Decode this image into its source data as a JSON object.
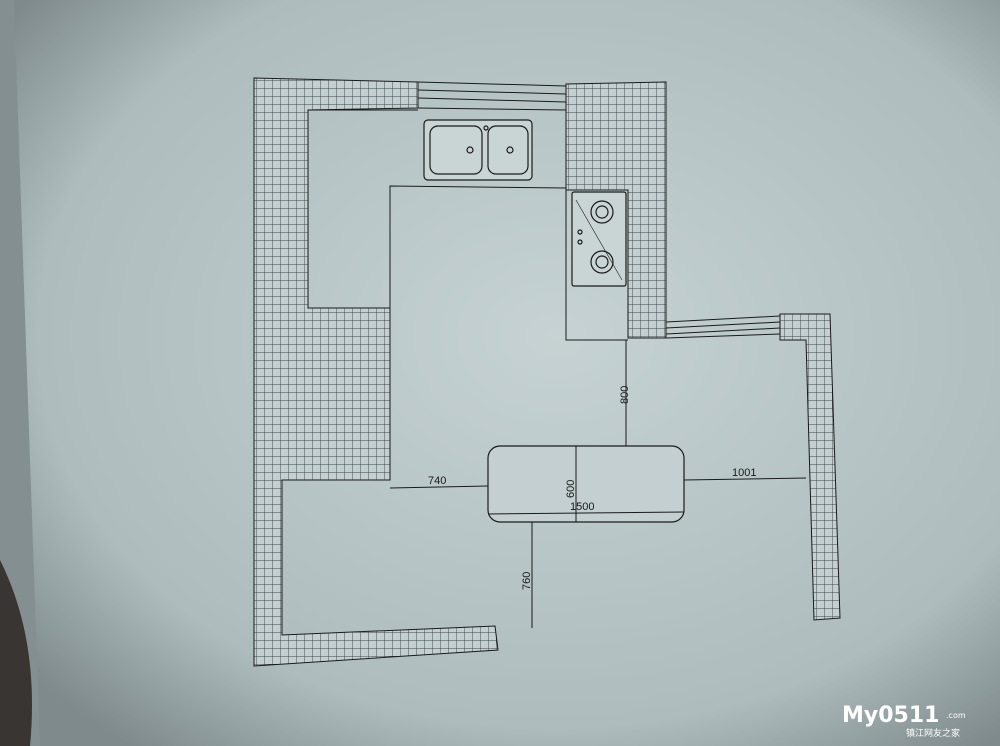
{
  "dimensions": {
    "d800": "800",
    "d740": "740",
    "d600": "600",
    "d1500": "1500",
    "d1001": "1001",
    "d760": "760"
  },
  "watermark": {
    "brand": "My0511",
    "domain": ".com",
    "subtitle": "镇江网友之家"
  },
  "colors": {
    "paper": "#b9c7c9",
    "line": "#1a1a1a",
    "tile": "#5a6466"
  }
}
